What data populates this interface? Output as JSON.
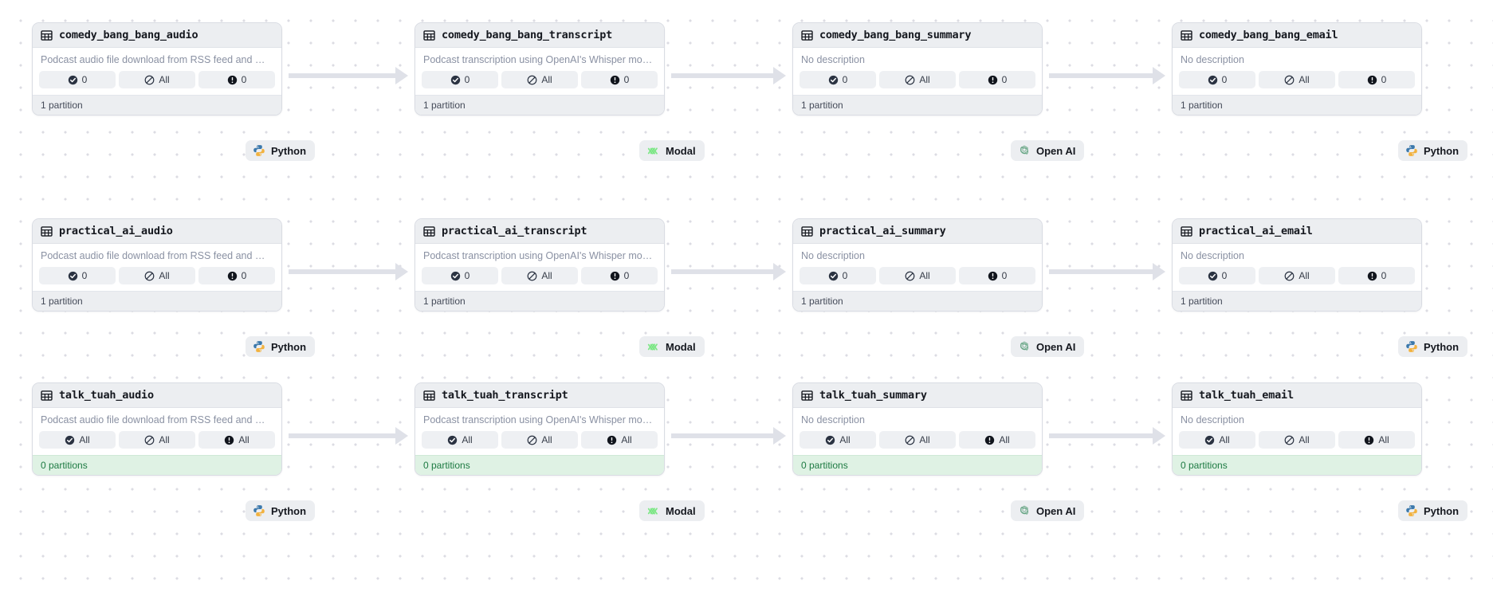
{
  "meta": {
    "view": "asset-graph",
    "background": "#ffffff",
    "dot_color": "#dcdce3",
    "arrow_color": "#dfe1e8",
    "green_footer_bg": "#dff2e4",
    "green_footer_text": "#1d7a42",
    "card_header_bg": "#eceef1"
  },
  "labels": {
    "desc_audio": "Podcast audio file download from RSS feed and …",
    "desc_transcript": "Podcast transcription using OpenAI's Whisper mo…",
    "desc_none": "No description",
    "partition_one": "1 partition",
    "partition_zero": "0 partitions",
    "table_icon": "table-icon",
    "check_icon": "check-circle-icon",
    "skip_icon": "slash-circle-icon",
    "alert_icon": "exclamation-circle-icon"
  },
  "kinds": {
    "python": {
      "label": "Python",
      "icon": "python-logo-icon"
    },
    "modal": {
      "label": "Modal",
      "icon": "modal-logo-icon"
    },
    "openai": {
      "label": "Open AI",
      "icon": "openai-logo-icon"
    }
  },
  "columns": [
    {
      "key": "audio",
      "kind": "python"
    },
    {
      "key": "transcript",
      "kind": "modal"
    },
    {
      "key": "summary",
      "kind": "openai"
    },
    {
      "key": "email",
      "kind": "python"
    }
  ],
  "rows": [
    {
      "key": "comedy_bang_bang",
      "assets": [
        {
          "name": "comedy_bang_bang_audio",
          "description": "Podcast audio file download from RSS feed and …",
          "chips": [
            "0",
            "All",
            "0"
          ],
          "partitions": "1 partition",
          "partitioned_empty": false
        },
        {
          "name": "comedy_bang_bang_transcript",
          "description": "Podcast transcription using OpenAI's Whisper mo…",
          "chips": [
            "0",
            "All",
            "0"
          ],
          "partitions": "1 partition",
          "partitioned_empty": false
        },
        {
          "name": "comedy_bang_bang_summary",
          "description": "No description",
          "chips": [
            "0",
            "All",
            "0"
          ],
          "partitions": "1 partition",
          "partitioned_empty": false
        },
        {
          "name": "comedy_bang_bang_email",
          "description": "No description",
          "chips": [
            "0",
            "All",
            "0"
          ],
          "partitions": "1 partition",
          "partitioned_empty": false
        }
      ]
    },
    {
      "key": "practical_ai",
      "assets": [
        {
          "name": "practical_ai_audio",
          "description": "Podcast audio file download from RSS feed and …",
          "chips": [
            "0",
            "All",
            "0"
          ],
          "partitions": "1 partition",
          "partitioned_empty": false
        },
        {
          "name": "practical_ai_transcript",
          "description": "Podcast transcription using OpenAI's Whisper mo…",
          "chips": [
            "0",
            "All",
            "0"
          ],
          "partitions": "1 partition",
          "partitioned_empty": false
        },
        {
          "name": "practical_ai_summary",
          "description": "No description",
          "chips": [
            "0",
            "All",
            "0"
          ],
          "partitions": "1 partition",
          "partitioned_empty": false
        },
        {
          "name": "practical_ai_email",
          "description": "No description",
          "chips": [
            "0",
            "All",
            "0"
          ],
          "partitions": "1 partition",
          "partitioned_empty": false
        }
      ]
    },
    {
      "key": "talk_tuah",
      "assets": [
        {
          "name": "talk_tuah_audio",
          "description": "Podcast audio file download from RSS feed and …",
          "chips": [
            "All",
            "All",
            "All"
          ],
          "partitions": "0 partitions",
          "partitioned_empty": true
        },
        {
          "name": "talk_tuah_transcript",
          "description": "Podcast transcription using OpenAI's Whisper mo…",
          "chips": [
            "All",
            "All",
            "All"
          ],
          "partitions": "0 partitions",
          "partitioned_empty": true
        },
        {
          "name": "talk_tuah_summary",
          "description": "No description",
          "chips": [
            "All",
            "All",
            "All"
          ],
          "partitions": "0 partitions",
          "partitioned_empty": true
        },
        {
          "name": "talk_tuah_email",
          "description": "No description",
          "chips": [
            "All",
            "All",
            "All"
          ],
          "partitions": "0 partitions",
          "partitioned_empty": true
        }
      ]
    }
  ]
}
